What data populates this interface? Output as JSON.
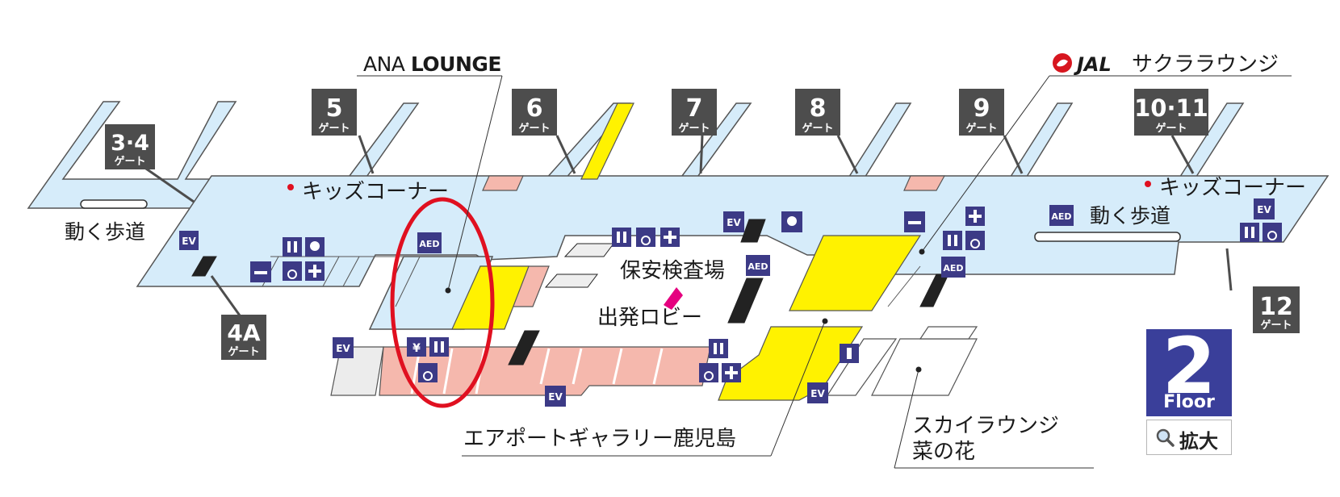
{
  "lounges": {
    "ana": {
      "brand": "ANA",
      "word": "LOUNGE"
    },
    "jal": {
      "brand": "JAL",
      "name": "サクララウンジ"
    }
  },
  "gates": [
    {
      "id": "g34",
      "num": "3·4",
      "sub": "ゲート"
    },
    {
      "id": "g5",
      "num": "5",
      "sub": "ゲート"
    },
    {
      "id": "g6",
      "num": "6",
      "sub": "ゲート"
    },
    {
      "id": "g7",
      "num": "7",
      "sub": "ゲート"
    },
    {
      "id": "g8",
      "num": "8",
      "sub": "ゲート"
    },
    {
      "id": "g9",
      "num": "9",
      "sub": "ゲート"
    },
    {
      "id": "g1011",
      "num": "10·11",
      "sub": "ゲート"
    },
    {
      "id": "g4a",
      "num": "4A",
      "sub": "ゲート"
    },
    {
      "id": "g12",
      "num": "12",
      "sub": "ゲート"
    }
  ],
  "labels": {
    "kids_left": "キッズコーナー",
    "kids_right": "キッズコーナー",
    "walkway_left": "動く歩道",
    "walkway_right": "動く歩道",
    "security": "保安検査場",
    "departure": "出発ロビー",
    "gallery": "エアポートギャラリー鹿児島",
    "sky_lounge_1": "スカイラウンジ",
    "sky_lounge_2": "菜の花"
  },
  "icons": {
    "ev": "EV",
    "aed": "AED",
    "yen": "¥"
  },
  "floor": {
    "number": "2",
    "word": "Floor",
    "zoom": "拡大"
  },
  "colors": {
    "concourse": "#d6ecfa",
    "outline": "#555555",
    "yellow": "#fff200",
    "pink": "#f5b8ad",
    "gate_box": "#4d4d4d",
    "icon_bg": "#3c3a86",
    "highlight": "#e01020",
    "jal_red": "#d7161f",
    "arrow": "#e5007f"
  }
}
